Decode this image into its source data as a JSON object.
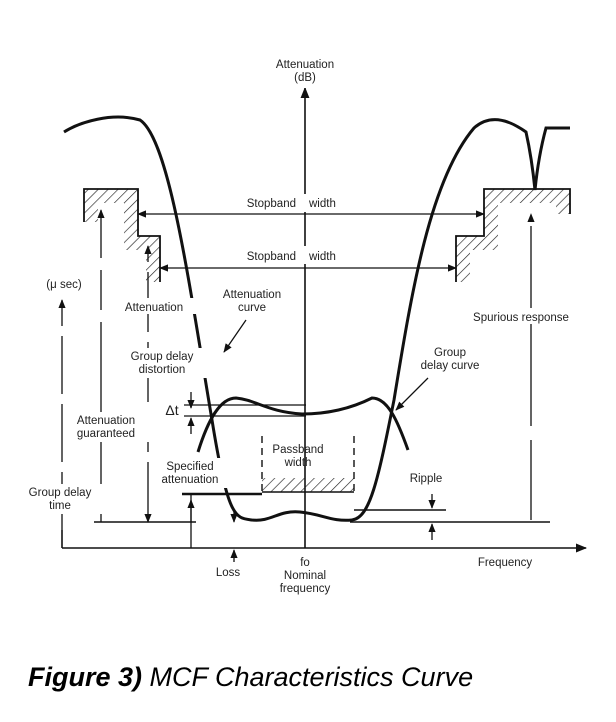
{
  "diagram": {
    "y_axis_label_line1": "Attenuation",
    "y_axis_label_line2": "(dB)",
    "x_axis_label": "Frequency",
    "stopband_width_outer": [
      "Stopband",
      "width"
    ],
    "stopband_width_inner": [
      "Stopband",
      "width"
    ],
    "usec_label": "(μ sec)",
    "attenuation_label": "Attenuation",
    "attenuation_curve_label": [
      "Attenuation",
      "curve"
    ],
    "group_delay_distortion_label": [
      "Group delay",
      "distortion"
    ],
    "group_delay_curve_label": [
      "Group",
      "delay curve"
    ],
    "spurious_response_label": "Spurious response",
    "delta_t_label": "Δt",
    "attenuation_guaranteed_label": [
      "Attenuation",
      "guaranteed"
    ],
    "passband_width_label": [
      "Passband",
      "width"
    ],
    "specified_attenuation_label": [
      "Specified",
      "attenuation"
    ],
    "ripple_label": "Ripple",
    "group_delay_time_label": [
      "Group delay",
      "time"
    ],
    "loss_label": "Loss",
    "fo_label": [
      "fo",
      "Nominal",
      "frequency"
    ]
  },
  "caption": {
    "prefix": "Figure 3)",
    "text": " MCF Characteristics Curve"
  }
}
